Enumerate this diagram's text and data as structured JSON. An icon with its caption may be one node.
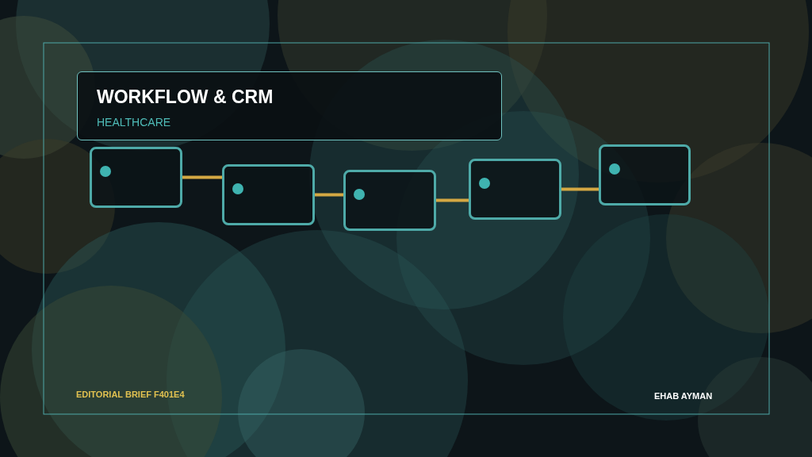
{
  "diagram": {
    "nodes": [
      {
        "text": [
          "WORKFLOW & CRM",
          "HEALTHCARE"
        ]
      },
      {
        "text": [],
        "shape": "box"
      },
      {
        "text": [],
        "shape": "box"
      },
      {
        "text": [],
        "shape": "box"
      },
      {
        "text": [],
        "shape": "box"
      },
      {
        "text": [],
        "shape": "box"
      }
    ],
    "edges": [
      {
        "from": 1,
        "to": 2,
        "arrow": "none"
      },
      {
        "from": 2,
        "to": 3,
        "arrow": "none"
      },
      {
        "from": 3,
        "to": 4,
        "arrow": "none"
      },
      {
        "from": 4,
        "to": 5,
        "arrow": "none"
      }
    ],
    "labels": [
      "EDITORIAL BRIEF",
      "F401E4",
      "EHAB AYMAN"
    ]
  }
}
